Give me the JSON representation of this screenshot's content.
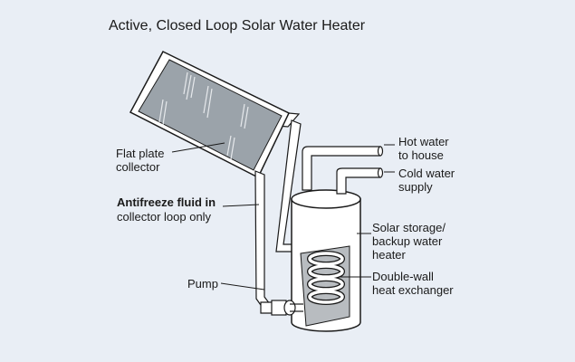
{
  "title": "Active, Closed Loop Solar Water Heater",
  "labels": {
    "collector": "Flat plate\ncollector",
    "antifreeze_bold": "Antifreeze fluid in",
    "antifreeze_rest": "collector loop only",
    "pump": "Pump",
    "hot_water": "Hot water\nto house",
    "cold_water": "Cold water\nsupply",
    "tank": "Solar storage/\nbackup water\nheater",
    "exchanger": "Double-wall\nheat exchanger"
  },
  "colors": {
    "background": "#e9eef5",
    "line": "#1a1a1a",
    "glass": "#9ba3aa",
    "fill": "#ffffff",
    "coil": "#b8bcc0"
  }
}
